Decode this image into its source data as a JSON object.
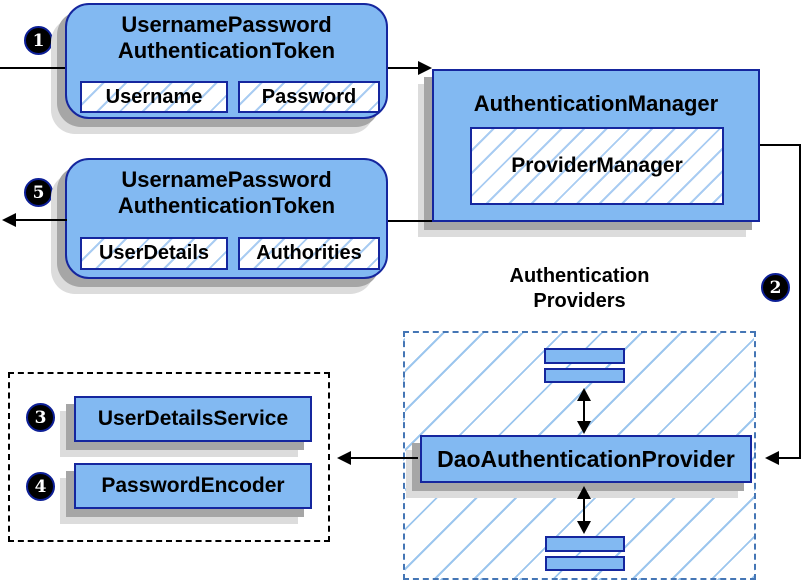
{
  "nodes": {
    "request_token": {
      "title_line1": "UsernamePassword",
      "title_line2": "AuthenticationToken",
      "field_left": "Username",
      "field_right": "Password"
    },
    "authentication_manager": {
      "title": "AuthenticationManager",
      "inner_label": "ProviderManager"
    },
    "response_token": {
      "title_line1": "UsernamePassword",
      "title_line2": "AuthenticationToken",
      "field_left": "UserDetails",
      "field_right": "Authorities"
    },
    "providers": {
      "heading_line1": "Authentication",
      "heading_line2": "Providers",
      "main_provider": "DaoAuthenticationProvider"
    },
    "services": {
      "user_details_service": "UserDetailsService",
      "password_encoder": "PasswordEncoder"
    }
  },
  "badges": {
    "step1": "1",
    "step2": "2",
    "step3": "3",
    "step4": "4",
    "step5": "5"
  },
  "colors": {
    "node_fill": "#82b9f2",
    "node_border": "#15269e",
    "hatch_line": "#a9ccf2",
    "providers_dashed_border": "#4576b5",
    "services_dotted_border": "#000000",
    "arrow": "#000000",
    "badge_bg": "#000000",
    "badge_text": "#ffffff",
    "shadow_dark": "#a6a6a6",
    "shadow_light": "#dcdcdc"
  }
}
